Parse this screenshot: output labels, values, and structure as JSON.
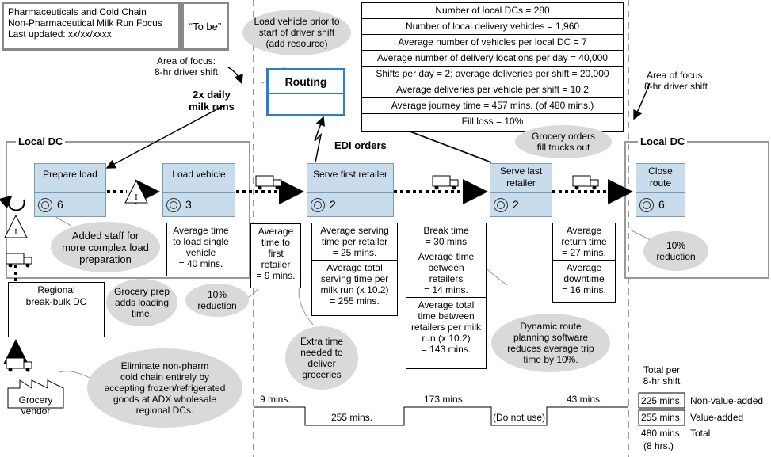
{
  "header": {
    "line1": "Pharmaceuticals and Cold Chain",
    "line2": "Non-Pharmaceutical Milk Run Focus",
    "line3": "Last updated: xx/xx/xxxx",
    "state": "“To be”"
  },
  "stats": [
    "Number of local DCs = 280",
    "Number of local delivery vehicles = 1,960",
    "Average number of vehicles per local DC = 7",
    "Average number of delivery locations per day = 40,000",
    "Shifts per day = 2; average deliveries per shift = 20,000",
    "Average deliveries per vehicle per shift = 10.2",
    "Average journey time = 457 mins. (of 480 mins.)",
    "Fill loss = 10%"
  ],
  "routing": {
    "title": "Routing"
  },
  "labels": {
    "area_focus_left": [
      "Area of focus:",
      "8-hr driver shift"
    ],
    "area_focus_right": [
      "Area of focus:",
      "8-hr driver shift"
    ],
    "milk_runs": [
      "2x daily",
      "milk runs"
    ],
    "edi": "EDI orders",
    "local_dc_left": "Local DC",
    "local_dc_right": "Local DC",
    "total_title": [
      "Total per",
      "8-hr shift"
    ]
  },
  "bubbles": {
    "load_prior": [
      "Load vehicle prior to",
      "start of driver shift",
      "(add resource)"
    ],
    "grocery_fill": [
      "Grocery orders",
      "fill trucks out"
    ],
    "added_staff": [
      "Added staff for",
      "more complex load",
      "preparation"
    ],
    "grocery_prep": [
      "Grocery prep",
      "adds loading",
      "time."
    ],
    "ten_a": [
      "10%",
      "reduction"
    ],
    "extra_time": [
      "Extra time",
      "needed to",
      "deliver",
      "groceries"
    ],
    "dynamic_route": [
      "Dynamic route",
      "planning software",
      "reduces average trip",
      "time by 10%."
    ],
    "ten_b": [
      "10%",
      "reduction"
    ],
    "eliminate": [
      "Eliminate non-pharm",
      "cold chain entirely by",
      "accepting frozen/refrigerated",
      "goods at ADX wholesale",
      "regional DCs."
    ]
  },
  "processes": [
    {
      "title": [
        "Prepare load"
      ],
      "operators": "6"
    },
    {
      "title": [
        "Load vehicle"
      ],
      "operators": "3"
    },
    {
      "title": [
        "Serve first retailer"
      ],
      "operators": "2"
    },
    {
      "title": [
        "Serve last",
        "retailer"
      ],
      "operators": "2"
    },
    {
      "title": [
        "Close",
        "route"
      ],
      "operators": "6"
    }
  ],
  "data_boxes": {
    "load": [
      "Average time",
      "to load single",
      "vehicle",
      "= 40 mins."
    ],
    "first": [
      "Average",
      "time to",
      "first",
      "retailer",
      "= 9 mins."
    ],
    "serve_a": [
      "Average serving",
      "time per retailer",
      "= 25 mins."
    ],
    "serve_b": [
      "Average total",
      "serving time per",
      "milk run (x 10.2)",
      "= 255 mins."
    ],
    "between_a": [
      "Break time",
      "= 30 mins"
    ],
    "between_b": [
      "Average time",
      "between",
      "retailers",
      "= 14 mins."
    ],
    "between_c": [
      "Average total",
      "time between",
      "retailers per milk",
      "run (x 10.2)",
      "= 143 mins."
    ],
    "return_a": [
      "Average",
      "return time",
      "= 27 mins."
    ],
    "return_b": [
      "Average",
      "downtime",
      "= 16 mins."
    ]
  },
  "regional": {
    "title": [
      "Regional",
      "break-bulk DC"
    ]
  },
  "vendor": {
    "title": [
      "Grocery",
      "vendor"
    ]
  },
  "timeline": {
    "t1": "9 mins.",
    "t2": "255 mins.",
    "t3": "173 mins.",
    "t4": "(Do not use)",
    "t5": "43 mins.",
    "nva_val": "225 mins.",
    "nva_label": "Non-value-added",
    "va_val": "255 mins.",
    "va_label": "Value-added",
    "total_val": "480 mins.",
    "total_label": "Total",
    "total_hrs": "(8 hrs.)"
  },
  "colors": {
    "process_fill": "#c9dcec",
    "routing_border": "#2e7fc1",
    "bubble": "#d9d9d9"
  }
}
